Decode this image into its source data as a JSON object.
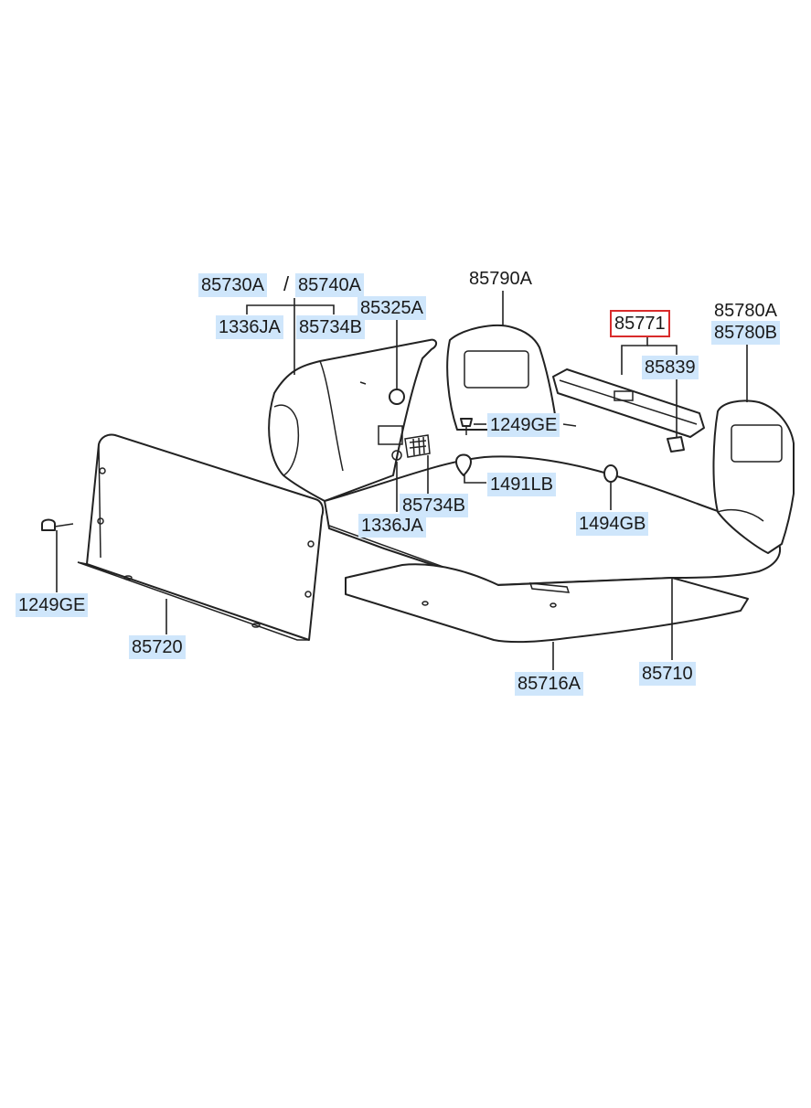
{
  "parts": {
    "p85730A": "85730A",
    "slash": "/",
    "p85740A": "85740A",
    "p1336JA_top": "1336JA",
    "p85734B_top": "85734B",
    "p85325A": "85325A",
    "p85790A": "85790A",
    "p85771": "85771",
    "p85780A": "85780A",
    "p85780B": "85780B",
    "p85839": "85839",
    "p1249GE_mid": "1249GE",
    "p1491LB": "1491LB",
    "p85734B_bottom": "85734B",
    "p1336JA_bottom": "1336JA",
    "p1494GB": "1494GB",
    "p1249GE_left": "1249GE",
    "p85720": "85720",
    "p85716A": "85716A",
    "p85710": "85710"
  },
  "colors": {
    "highlight": "#cfe6fb",
    "selected_outline": "#d92b2b",
    "line": "#222222"
  }
}
